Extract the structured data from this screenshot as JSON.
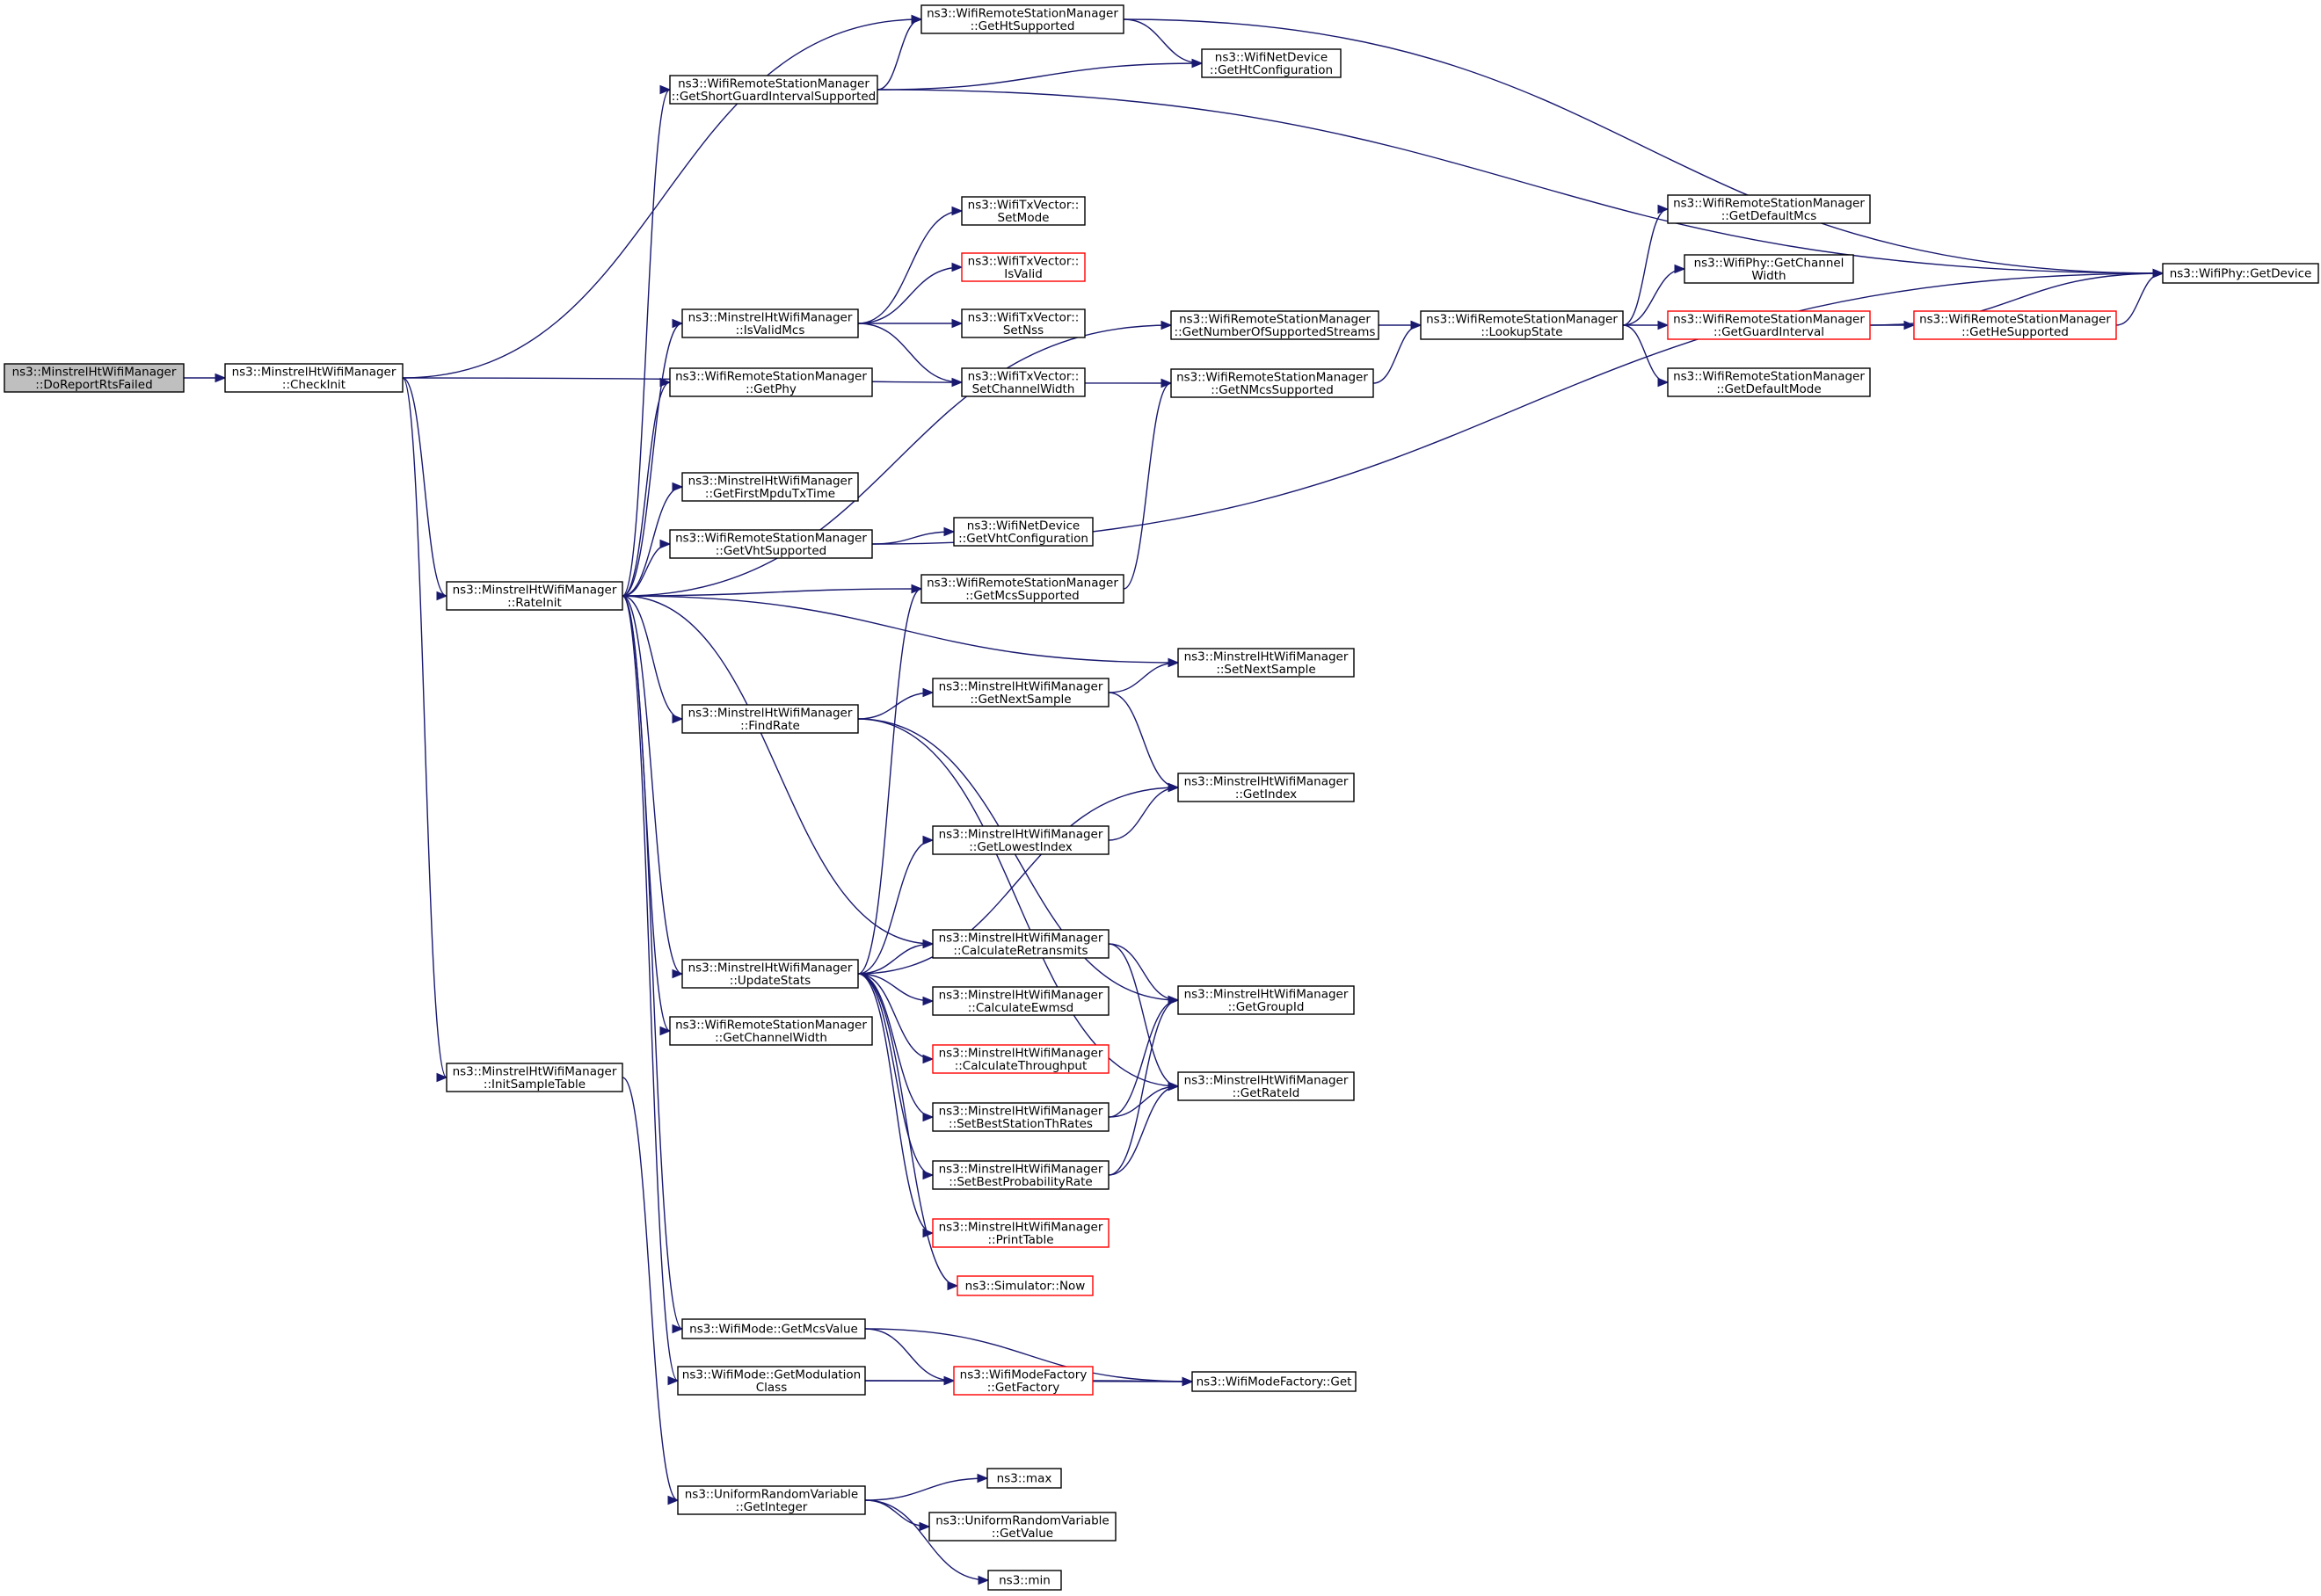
{
  "graph": {
    "root": "do-report-rts-failed",
    "nodes": {
      "do-report-rts-failed": {
        "lines": [
          "ns3::MinstrelHtWifiManager",
          "::DoReportRtsFailed"
        ],
        "style": "root"
      },
      "check-init": {
        "lines": [
          "ns3::MinstrelHtWifiManager",
          "::CheckInit"
        ],
        "style": "normal"
      },
      "get-ht-supported": {
        "lines": [
          "ns3::WifiRemoteStationManager",
          "::GetHtSupported"
        ],
        "style": "normal"
      },
      "get-sgi-supported": {
        "lines": [
          "ns3::WifiRemoteStationManager",
          "::GetShortGuardIntervalSupported"
        ],
        "style": "normal"
      },
      "get-ht-configuration": {
        "lines": [
          "ns3::WifiNetDevice",
          "::GetHtConfiguration"
        ],
        "style": "normal"
      },
      "phy-get-device": {
        "lines": [
          "ns3::WifiPhy::GetDevice"
        ],
        "style": "normal"
      },
      "set-mode": {
        "lines": [
          "ns3::WifiTxVector::",
          "SetMode"
        ],
        "style": "normal"
      },
      "is-valid": {
        "lines": [
          "ns3::WifiTxVector::",
          "IsValid"
        ],
        "style": "red"
      },
      "set-nss": {
        "lines": [
          "ns3::WifiTxVector::",
          "SetNss"
        ],
        "style": "normal"
      },
      "set-channel-width": {
        "lines": [
          "ns3::WifiTxVector::",
          "SetChannelWidth"
        ],
        "style": "normal"
      },
      "is-valid-mcs": {
        "lines": [
          "ns3::MinstrelHtWifiManager",
          "::IsValidMcs"
        ],
        "style": "normal"
      },
      "get-phy": {
        "lines": [
          "ns3::WifiRemoteStationManager",
          "::GetPhy"
        ],
        "style": "normal"
      },
      "get-first-mpdu-tx-time": {
        "lines": [
          "ns3::MinstrelHtWifiManager",
          "::GetFirstMpduTxTime"
        ],
        "style": "normal"
      },
      "get-vht-supported": {
        "lines": [
          "ns3::WifiRemoteStationManager",
          "::GetVhtSupported"
        ],
        "style": "normal"
      },
      "get-vht-configuration": {
        "lines": [
          "ns3::WifiNetDevice",
          "::GetVhtConfiguration"
        ],
        "style": "normal"
      },
      "rate-init": {
        "lines": [
          "ns3::MinstrelHtWifiManager",
          "::RateInit"
        ],
        "style": "normal"
      },
      "get-mcs-supported": {
        "lines": [
          "ns3::WifiRemoteStationManager",
          "::GetMcsSupported"
        ],
        "style": "normal"
      },
      "get-num-supported-streams": {
        "lines": [
          "ns3::WifiRemoteStationManager",
          "::GetNumberOfSupportedStreams"
        ],
        "style": "normal"
      },
      "get-n-mcs-supported": {
        "lines": [
          "ns3::WifiRemoteStationManager",
          "::GetNMcsSupported"
        ],
        "style": "normal"
      },
      "lookup-state": {
        "lines": [
          "ns3::WifiRemoteStationManager",
          "::LookupState"
        ],
        "style": "normal"
      },
      "get-default-mcs": {
        "lines": [
          "ns3::WifiRemoteStationManager",
          "::GetDefaultMcs"
        ],
        "style": "normal"
      },
      "get-channel-width-phy": {
        "lines": [
          "ns3::WifiPhy::GetChannel",
          "Width"
        ],
        "style": "normal"
      },
      "get-guard-interval": {
        "lines": [
          "ns3::WifiRemoteStationManager",
          "::GetGuardInterval"
        ],
        "style": "red"
      },
      "get-he-supported": {
        "lines": [
          "ns3::WifiRemoteStationManager",
          "::GetHeSupported"
        ],
        "style": "red"
      },
      "get-default-mode": {
        "lines": [
          "ns3::WifiRemoteStationManager",
          "::GetDefaultMode"
        ],
        "style": "normal"
      },
      "find-rate": {
        "lines": [
          "ns3::MinstrelHtWifiManager",
          "::FindRate"
        ],
        "style": "normal"
      },
      "get-next-sample": {
        "lines": [
          "ns3::MinstrelHtWifiManager",
          "::GetNextSample"
        ],
        "style": "normal"
      },
      "set-next-sample": {
        "lines": [
          "ns3::MinstrelHtWifiManager",
          "::SetNextSample"
        ],
        "style": "normal"
      },
      "get-index": {
        "lines": [
          "ns3::MinstrelHtWifiManager",
          "::GetIndex"
        ],
        "style": "normal"
      },
      "get-lowest-index": {
        "lines": [
          "ns3::MinstrelHtWifiManager",
          "::GetLowestIndex"
        ],
        "style": "normal"
      },
      "calculate-retransmits": {
        "lines": [
          "ns3::MinstrelHtWifiManager",
          "::CalculateRetransmits"
        ],
        "style": "normal"
      },
      "update-stats": {
        "lines": [
          "ns3::MinstrelHtWifiManager",
          "::UpdateStats"
        ],
        "style": "normal"
      },
      "calculate-ewmsd": {
        "lines": [
          "ns3::MinstrelHtWifiManager",
          "::CalculateEwmsd"
        ],
        "style": "normal"
      },
      "get-group-id": {
        "lines": [
          "ns3::MinstrelHtWifiManager",
          "::GetGroupId"
        ],
        "style": "normal"
      },
      "get-channel-width-rsm": {
        "lines": [
          "ns3::WifiRemoteStationManager",
          "::GetChannelWidth"
        ],
        "style": "normal"
      },
      "calculate-throughput": {
        "lines": [
          "ns3::MinstrelHtWifiManager",
          "::CalculateThroughput"
        ],
        "style": "red"
      },
      "init-sample-table": {
        "lines": [
          "ns3::MinstrelHtWifiManager",
          "::InitSampleTable"
        ],
        "style": "normal"
      },
      "set-best-station-th-rates": {
        "lines": [
          "ns3::MinstrelHtWifiManager",
          "::SetBestStationThRates"
        ],
        "style": "normal"
      },
      "get-rate-id": {
        "lines": [
          "ns3::MinstrelHtWifiManager",
          "::GetRateId"
        ],
        "style": "normal"
      },
      "set-best-probability-rate": {
        "lines": [
          "ns3::MinstrelHtWifiManager",
          "::SetBestProbabilityRate"
        ],
        "style": "normal"
      },
      "print-table": {
        "lines": [
          "ns3::MinstrelHtWifiManager",
          "::PrintTable"
        ],
        "style": "red"
      },
      "simulator-now": {
        "lines": [
          "ns3::Simulator::Now"
        ],
        "style": "red"
      },
      "get-mcs-value": {
        "lines": [
          "ns3::WifiMode::GetMcsValue"
        ],
        "style": "normal"
      },
      "get-factory": {
        "lines": [
          "ns3::WifiModeFactory",
          "::GetFactory"
        ],
        "style": "red"
      },
      "wifi-mode-factory-get": {
        "lines": [
          "ns3::WifiModeFactory::Get"
        ],
        "style": "normal"
      },
      "get-modulation-class": {
        "lines": [
          "ns3::WifiMode::GetModulation",
          "Class"
        ],
        "style": "normal"
      },
      "ns3-max": {
        "lines": [
          "ns3::max"
        ],
        "style": "normal"
      },
      "urv-get-integer": {
        "lines": [
          "ns3::UniformRandomVariable",
          "::GetInteger"
        ],
        "style": "normal"
      },
      "urv-get-value": {
        "lines": [
          "ns3::UniformRandomVariable",
          "::GetValue"
        ],
        "style": "normal"
      },
      "ns3-min": {
        "lines": [
          "ns3::min"
        ],
        "style": "normal"
      }
    },
    "edges": [
      [
        "do-report-rts-failed",
        "check-init"
      ],
      [
        "check-init",
        "get-ht-supported"
      ],
      [
        "check-init",
        "get-n-mcs-supported"
      ],
      [
        "check-init",
        "rate-init"
      ],
      [
        "check-init",
        "init-sample-table"
      ],
      [
        "get-ht-supported",
        "get-ht-configuration"
      ],
      [
        "get-ht-supported",
        "phy-get-device"
      ],
      [
        "get-sgi-supported",
        "get-ht-supported"
      ],
      [
        "get-sgi-supported",
        "get-ht-configuration"
      ],
      [
        "get-sgi-supported",
        "phy-get-device"
      ],
      [
        "rate-init",
        "get-sgi-supported"
      ],
      [
        "rate-init",
        "is-valid-mcs"
      ],
      [
        "rate-init",
        "get-phy"
      ],
      [
        "rate-init",
        "get-num-supported-streams"
      ],
      [
        "rate-init",
        "get-first-mpdu-tx-time"
      ],
      [
        "rate-init",
        "get-vht-supported"
      ],
      [
        "rate-init",
        "get-mcs-supported"
      ],
      [
        "rate-init",
        "set-next-sample"
      ],
      [
        "rate-init",
        "find-rate"
      ],
      [
        "rate-init",
        "calculate-retransmits"
      ],
      [
        "rate-init",
        "update-stats"
      ],
      [
        "rate-init",
        "get-channel-width-rsm"
      ],
      [
        "rate-init",
        "get-mcs-value"
      ],
      [
        "rate-init",
        "get-modulation-class"
      ],
      [
        "is-valid-mcs",
        "set-mode"
      ],
      [
        "is-valid-mcs",
        "is-valid"
      ],
      [
        "is-valid-mcs",
        "set-nss"
      ],
      [
        "is-valid-mcs",
        "set-channel-width"
      ],
      [
        "get-vht-supported",
        "get-vht-configuration"
      ],
      [
        "get-vht-supported",
        "phy-get-device"
      ],
      [
        "get-mcs-supported",
        "get-n-mcs-supported"
      ],
      [
        "get-num-supported-streams",
        "lookup-state"
      ],
      [
        "get-n-mcs-supported",
        "lookup-state"
      ],
      [
        "lookup-state",
        "get-default-mcs"
      ],
      [
        "lookup-state",
        "get-channel-width-phy"
      ],
      [
        "lookup-state",
        "get-guard-interval"
      ],
      [
        "lookup-state",
        "get-default-mode"
      ],
      [
        "get-guard-interval",
        "phy-get-device"
      ],
      [
        "get-guard-interval",
        "get-he-supported"
      ],
      [
        "get-he-supported",
        "phy-get-device"
      ],
      [
        "find-rate",
        "get-next-sample"
      ],
      [
        "find-rate",
        "get-group-id"
      ],
      [
        "find-rate",
        "get-rate-id"
      ],
      [
        "get-next-sample",
        "set-next-sample"
      ],
      [
        "get-next-sample",
        "get-index"
      ],
      [
        "get-lowest-index",
        "get-index"
      ],
      [
        "update-stats",
        "get-mcs-supported"
      ],
      [
        "update-stats",
        "get-index"
      ],
      [
        "update-stats",
        "get-lowest-index"
      ],
      [
        "update-stats",
        "calculate-retransmits"
      ],
      [
        "update-stats",
        "calculate-ewmsd"
      ],
      [
        "update-stats",
        "calculate-throughput"
      ],
      [
        "update-stats",
        "set-best-station-th-rates"
      ],
      [
        "update-stats",
        "set-best-probability-rate"
      ],
      [
        "update-stats",
        "print-table"
      ],
      [
        "update-stats",
        "simulator-now"
      ],
      [
        "calculate-retransmits",
        "get-group-id"
      ],
      [
        "calculate-retransmits",
        "get-rate-id"
      ],
      [
        "set-best-station-th-rates",
        "get-group-id"
      ],
      [
        "set-best-station-th-rates",
        "get-rate-id"
      ],
      [
        "set-best-probability-rate",
        "get-group-id"
      ],
      [
        "set-best-probability-rate",
        "get-rate-id"
      ],
      [
        "get-mcs-value",
        "get-factory"
      ],
      [
        "get-mcs-value",
        "wifi-mode-factory-get"
      ],
      [
        "get-modulation-class",
        "get-factory"
      ],
      [
        "get-modulation-class",
        "wifi-mode-factory-get"
      ],
      [
        "get-factory",
        "wifi-mode-factory-get"
      ],
      [
        "init-sample-table",
        "urv-get-integer"
      ],
      [
        "urv-get-integer",
        "ns3-max"
      ],
      [
        "urv-get-integer",
        "urv-get-value"
      ],
      [
        "urv-get-integer",
        "ns3-min"
      ]
    ]
  },
  "colors": {
    "edge": "#191970",
    "box_border": "#000000",
    "highlight_border": "#ff0000",
    "root_fill": "#bfbfbf",
    "box_fill": "#ffffff"
  }
}
